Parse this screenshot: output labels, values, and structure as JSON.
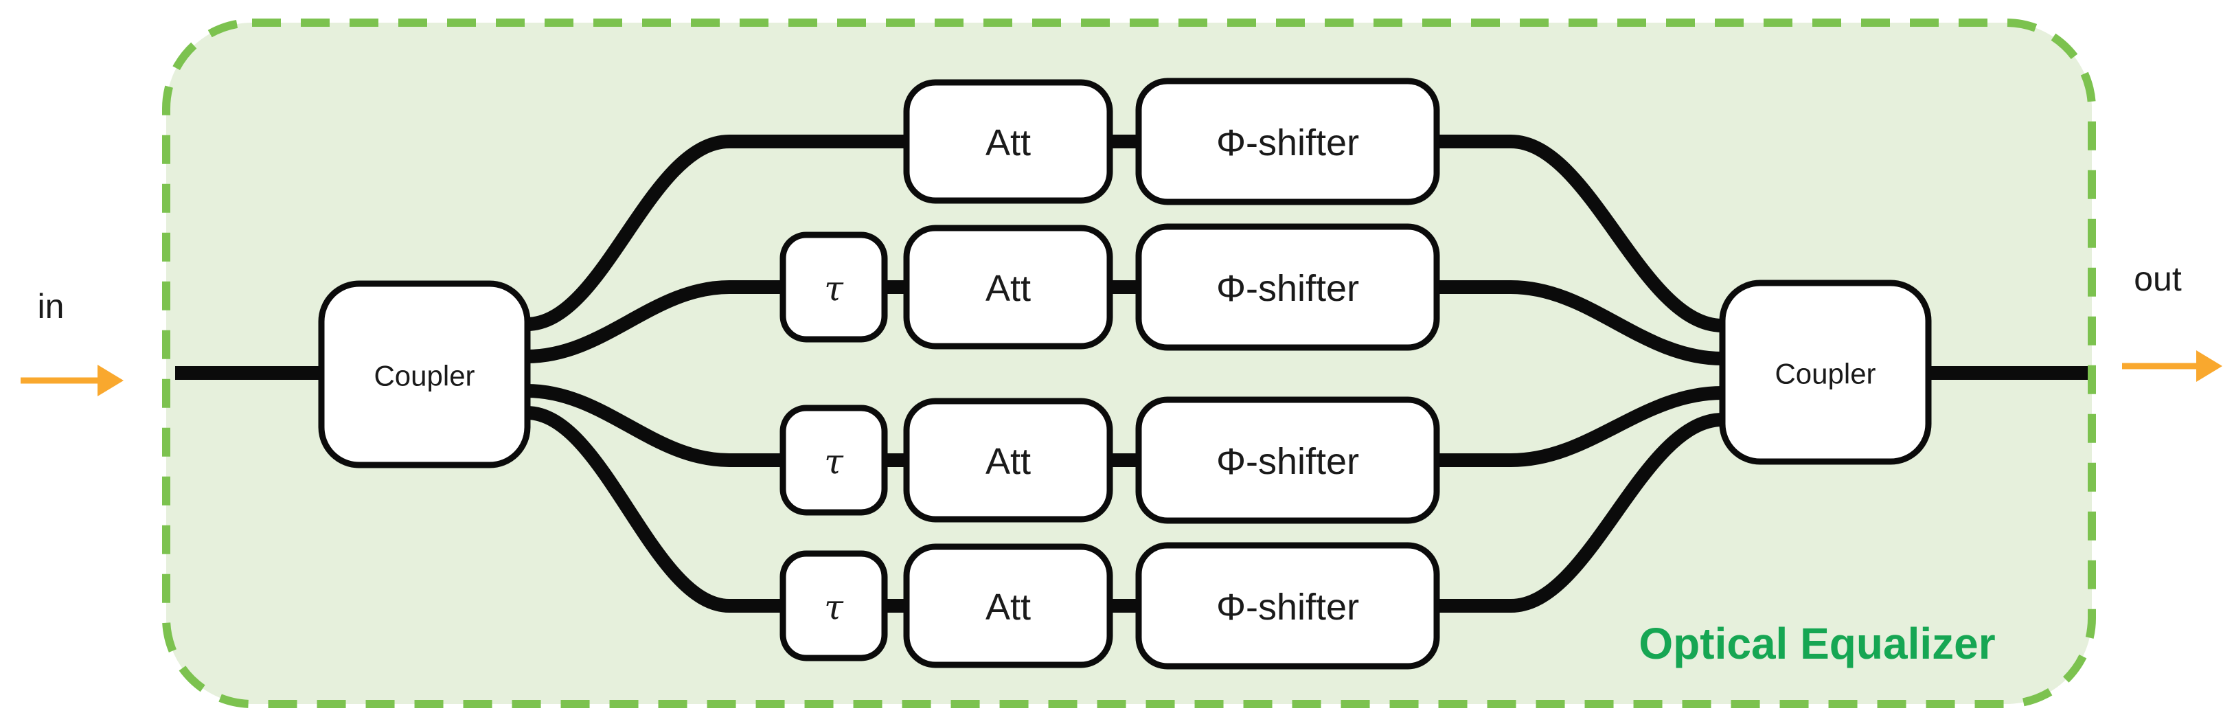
{
  "diagram": {
    "title": "Optical Equalizer",
    "input_label": "in",
    "output_label": "out",
    "left_coupler_label": "Coupler",
    "right_coupler_label": "Coupler",
    "branches": [
      {
        "att_label": "Att",
        "phase_label": "Φ-shifter"
      },
      {
        "delay_label": "τ",
        "att_label": "Att",
        "phase_label": "Φ-shifter"
      },
      {
        "delay_label": "τ",
        "att_label": "Att",
        "phase_label": "Φ-shifter"
      },
      {
        "delay_label": "τ",
        "att_label": "Att",
        "phase_label": "Φ-shifter"
      }
    ],
    "colors": {
      "container_fill": "#E6F0DC",
      "container_border": "#7CC24F",
      "title_green": "#16A653",
      "arrow_orange": "#F9A82E",
      "line_black": "#0B0B0B"
    }
  }
}
